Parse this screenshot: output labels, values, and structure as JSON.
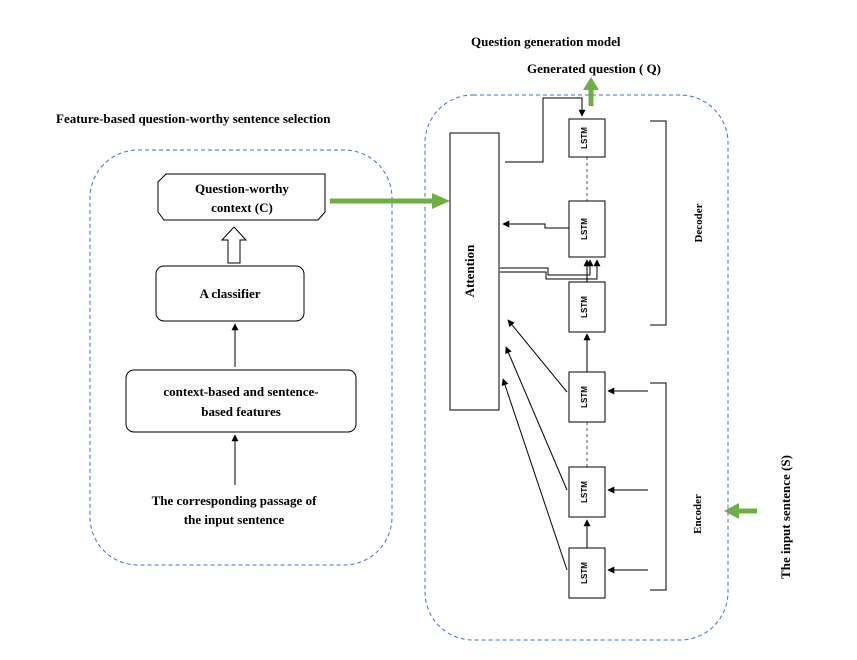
{
  "titles": {
    "qg_model": "Question generation model",
    "feature_selection": "Feature-based question-worthy sentence selection"
  },
  "left_panel": {
    "context_line1": "Question-worthy",
    "context_line2": "context (C)",
    "classifier": "A classifier",
    "features_line1": "context-based and sentence-",
    "features_line2": "based features",
    "passage_line1": "The corresponding passage of",
    "passage_line2": "the input sentence"
  },
  "right_panel": {
    "output": "Generated question ( Q)",
    "attention": "Attention",
    "lstm_label": "LSTM",
    "decoder": "Decoder",
    "encoder": "Encoder"
  },
  "input_label": "The input sentence  (S)",
  "colors": {
    "green_arrow": "#70ad47",
    "dashed_border": "#4472c4",
    "stroke": "#000000"
  }
}
